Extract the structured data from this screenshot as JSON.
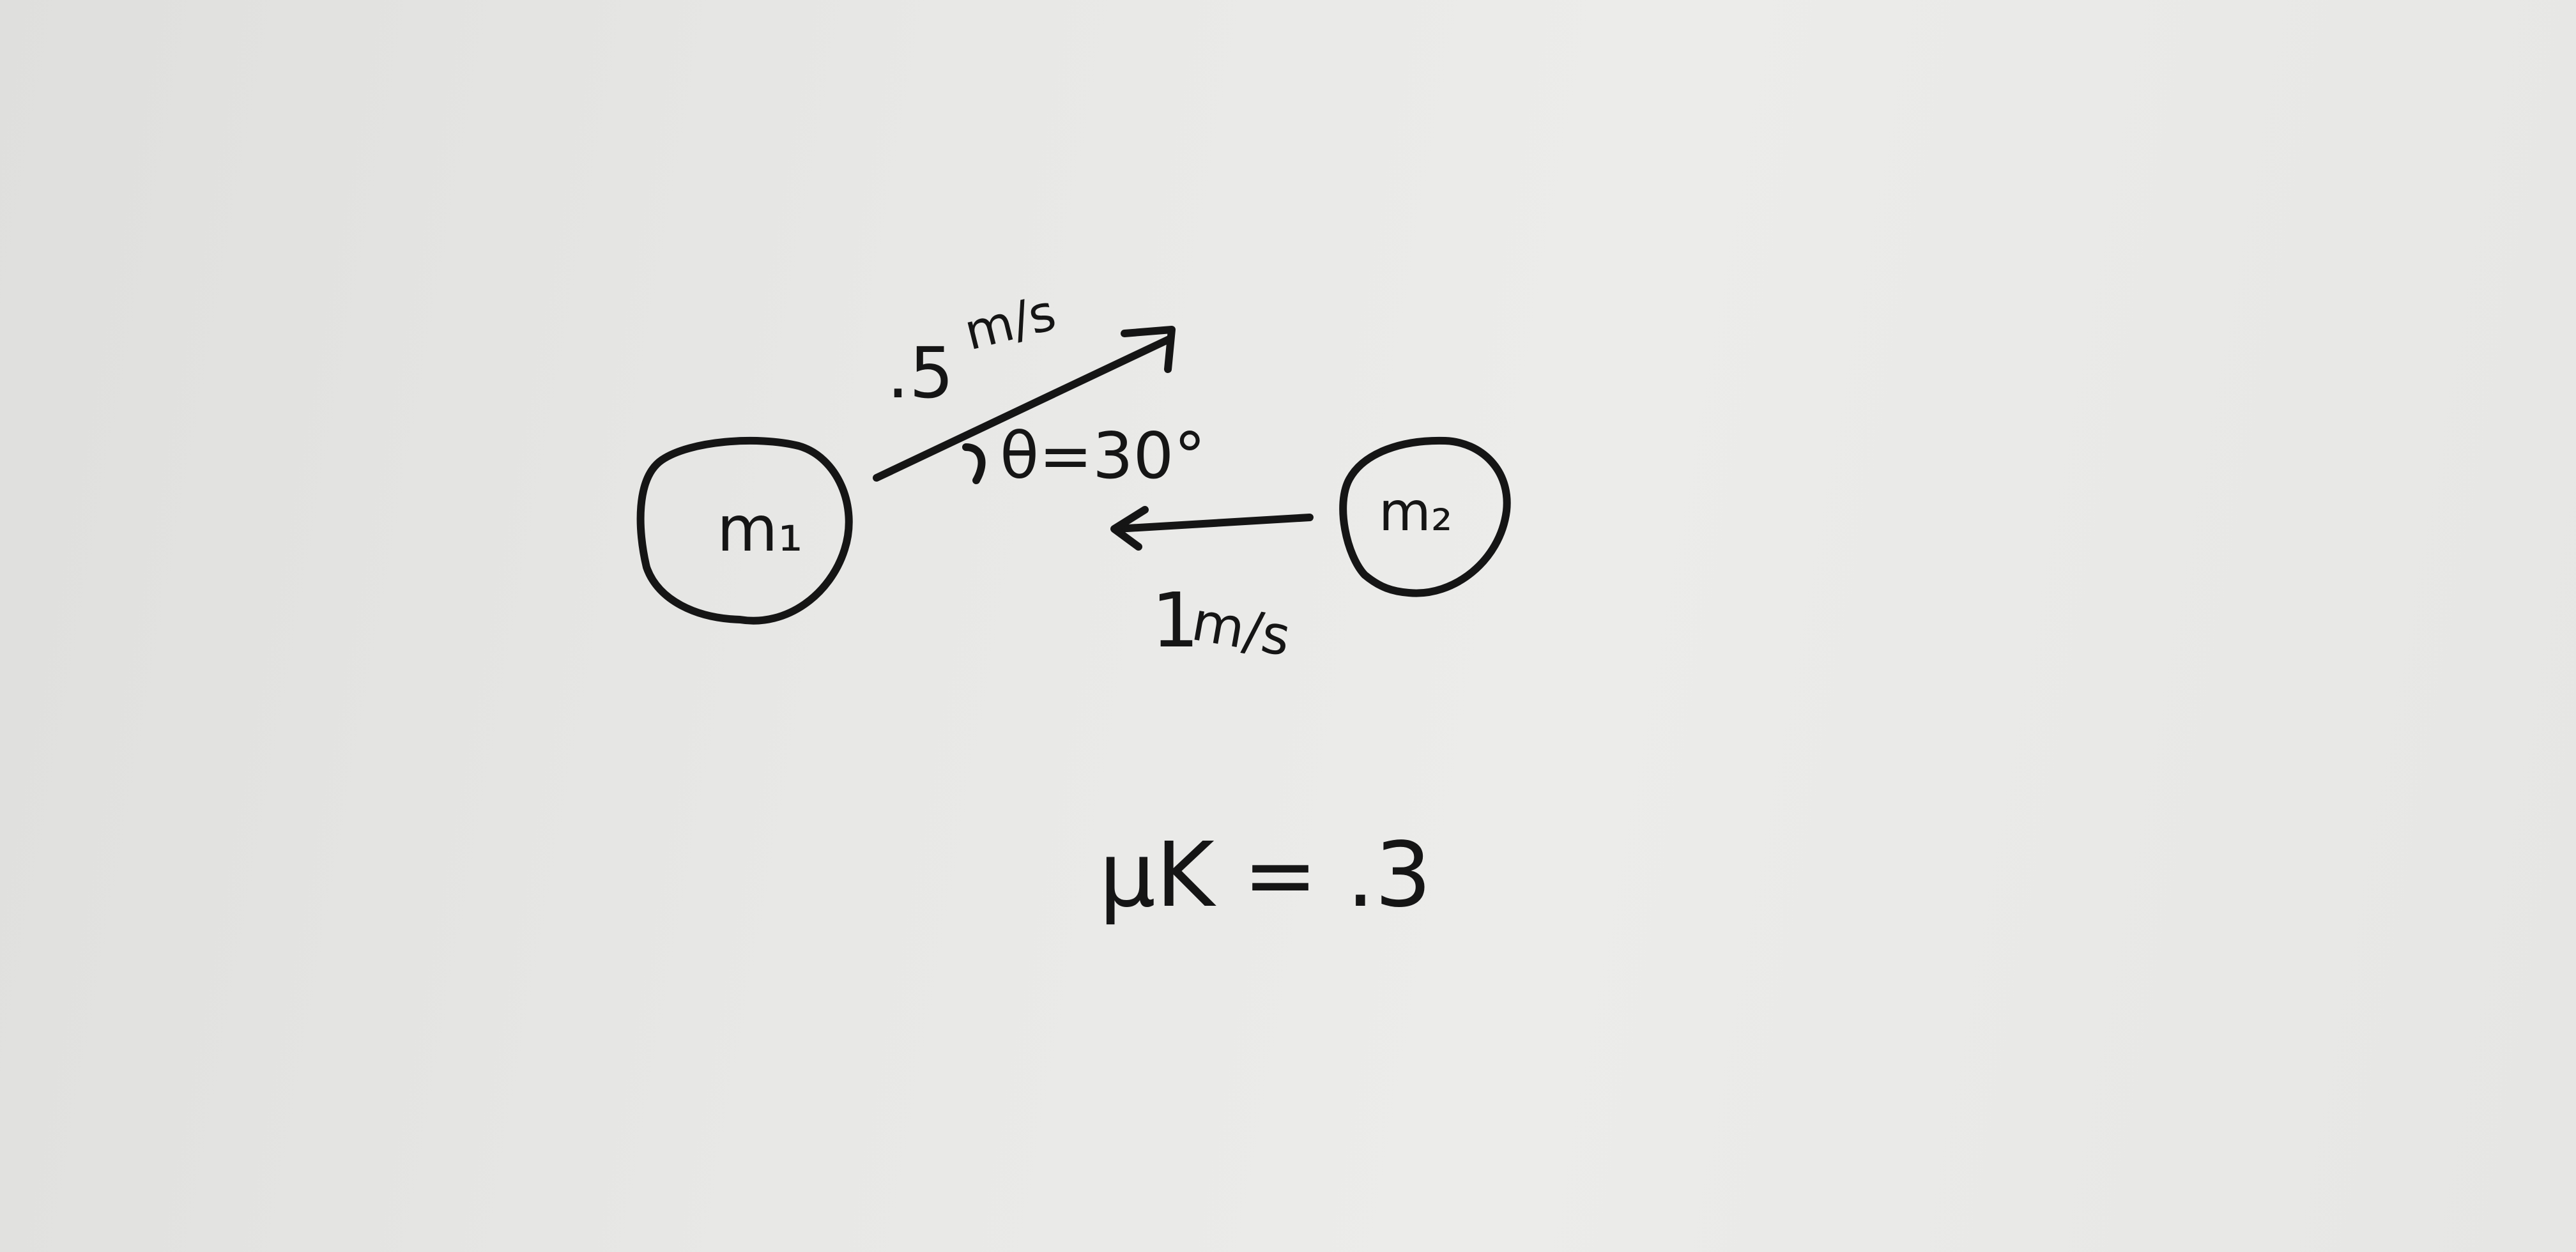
{
  "diagram": {
    "mass_1": {
      "label": "m₁"
    },
    "mass_2": {
      "label": "m₂"
    },
    "mass_1_velocity": {
      "magnitude_label": ".5",
      "unit_label": "m/s",
      "angle_label": "θ=30°"
    },
    "mass_2_velocity": {
      "magnitude_label": "1",
      "unit_label": "m/s"
    },
    "friction": {
      "label": "μK = .3"
    }
  }
}
